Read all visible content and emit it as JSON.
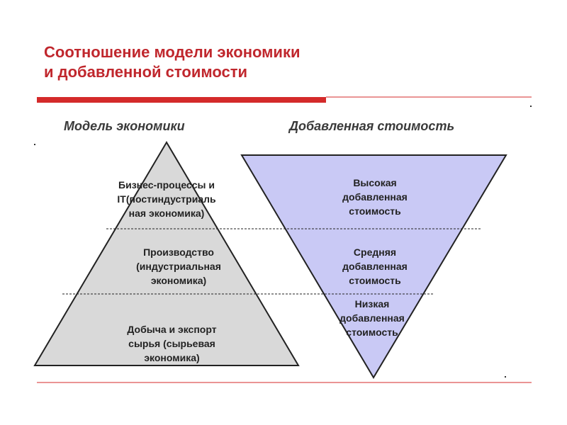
{
  "slide": {
    "title_lines": [
      "Соотношение модели экономики",
      "и добавленной стоимости"
    ],
    "accent_color": "#c0272d"
  },
  "pyramid": {
    "heading": "Модель экономики",
    "fill_color": "#d9d9d9",
    "levels": [
      {
        "lines": [
          "Бизнес-процессы и",
          "IT(постиндустриаль",
          "ная экономика)"
        ]
      },
      {
        "lines": [
          "Производство",
          "(индустриальная",
          "экономика)"
        ]
      },
      {
        "lines": [
          "Добыча и экспорт",
          "сырья (сырьевая",
          "экономика)"
        ]
      }
    ]
  },
  "value_triangle": {
    "heading": "Добавленная стоимость",
    "fill_color": "#c9c9f5",
    "levels": [
      {
        "lines": [
          "Высокая",
          "добавленная",
          "стоимость"
        ]
      },
      {
        "lines": [
          "Средняя",
          "добавленная",
          "стоимость"
        ]
      },
      {
        "lines": [
          "Низкая",
          "добавленная",
          "стоимость"
        ]
      }
    ]
  }
}
